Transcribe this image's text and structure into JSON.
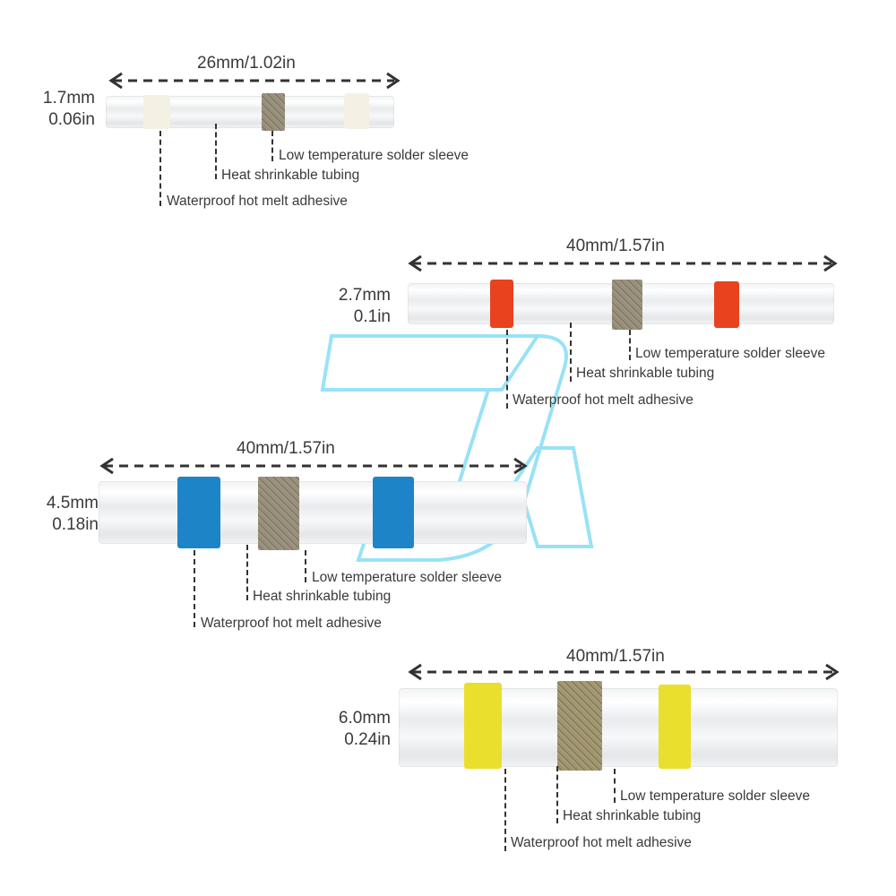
{
  "watermark": "JR",
  "callout_labels": {
    "solder": "Low temperature solder sleeve",
    "tubing": "Heat shrinkable tubing",
    "adhesive": "Waterproof hot melt adhesive"
  },
  "connectors": [
    {
      "length": "26mm/1.02in",
      "diameter_mm": "1.7mm",
      "diameter_in": "0.06in",
      "band_color": "#f4f1e4",
      "band_name": "clear"
    },
    {
      "length": "40mm/1.57in",
      "diameter_mm": "2.7mm",
      "diameter_in": "0.1in",
      "band_color": "#e8421e",
      "band_name": "red"
    },
    {
      "length": "40mm/1.57in",
      "diameter_mm": "4.5mm",
      "diameter_in": "0.18in",
      "band_color": "#1e84c8",
      "band_name": "blue"
    },
    {
      "length": "40mm/1.57in",
      "diameter_mm": "6.0mm",
      "diameter_in": "0.24in",
      "band_color": "#eadf2c",
      "band_name": "yellow"
    }
  ]
}
